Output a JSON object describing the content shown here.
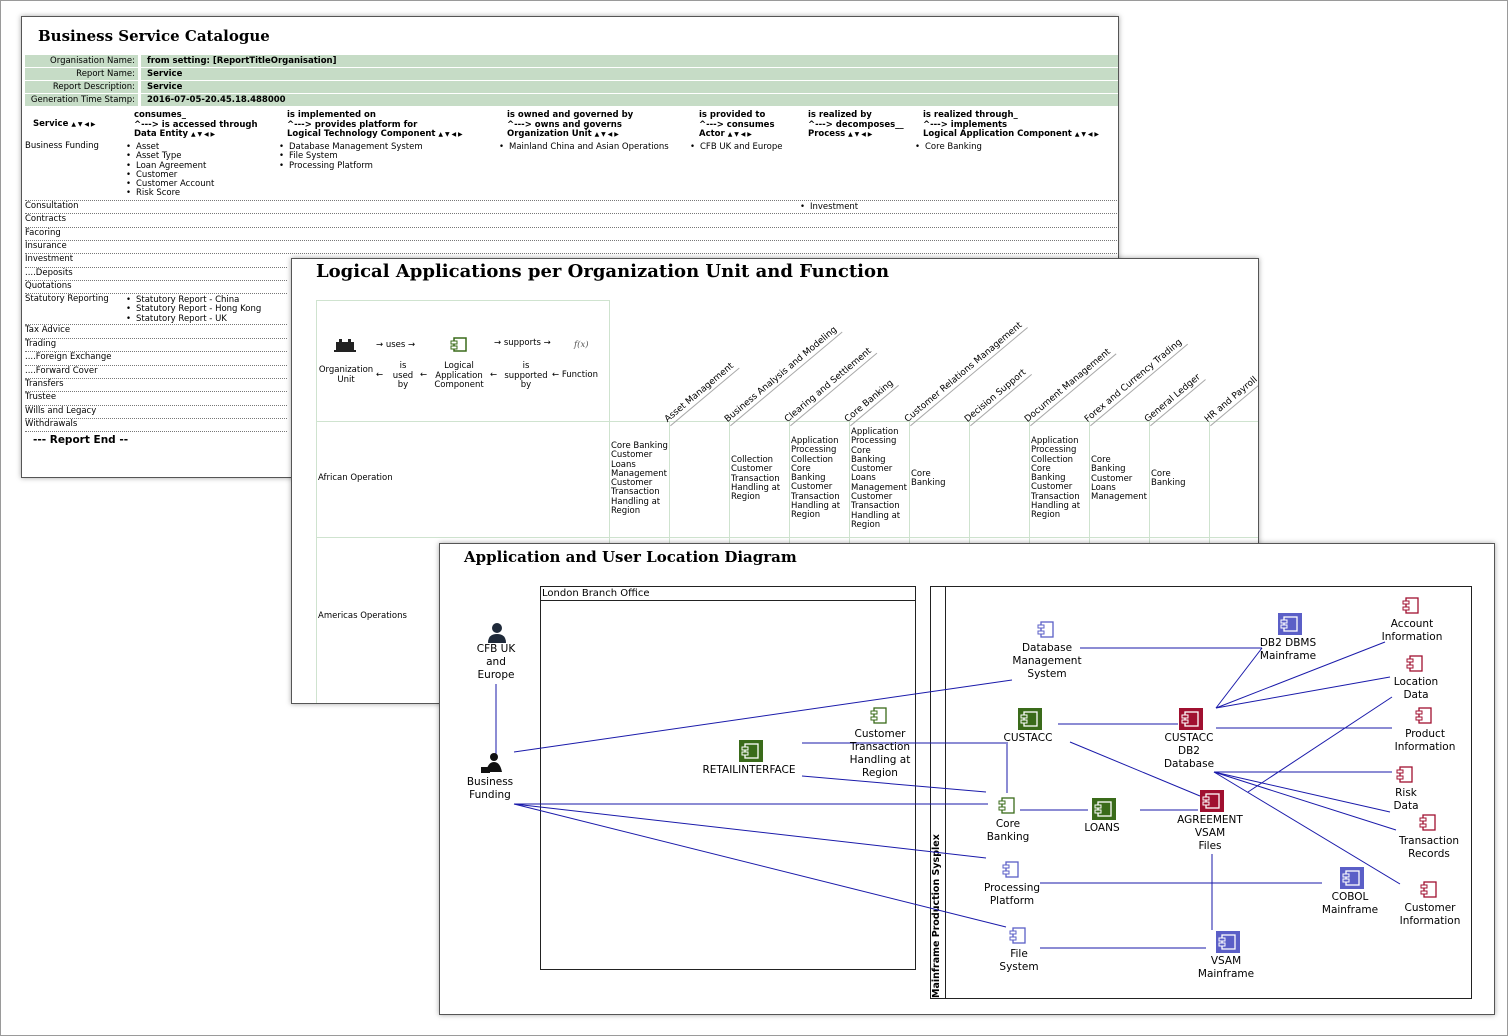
{
  "catalogue": {
    "title": "Business Service Catalogue",
    "info": [
      {
        "label": "Organisation Name:",
        "value": "from setting: [ReportTitleOrganisation]"
      },
      {
        "label": "Report Name:",
        "value": "Service"
      },
      {
        "label": "Report Description:",
        "value": "Service"
      },
      {
        "label": "Generation Time Stamp:",
        "value": "2016-07-05-20.45.18.488000"
      }
    ],
    "headers": [
      {
        "l1": "",
        "l2": "Service",
        "l3": ""
      },
      {
        "l1": "consumes_",
        "l2": "^---> is accessed through",
        "l3": "Data Entity"
      },
      {
        "l1": "is implemented on",
        "l2": "^---> provides platform for",
        "l3": "Logical Technology Component"
      },
      {
        "l1": "is owned and governed by",
        "l2": "^---> owns and governs",
        "l3": "Organization Unit"
      },
      {
        "l1": "is provided to",
        "l2": "^---> consumes",
        "l3": "Actor"
      },
      {
        "l1": "is realized by",
        "l2": "^---> decomposes__",
        "l3": "Process"
      },
      {
        "l1": "is realized through_",
        "l2": "^---> implements",
        "l3": "Logical Application Component"
      }
    ],
    "sort_indicator": "▲ ▼ ◀ ▶",
    "business_funding": {
      "name": "Business Funding",
      "data_entities": [
        "Asset",
        "Asset Type",
        "Loan Agreement",
        "Customer",
        "Customer Account",
        "Risk Score"
      ],
      "tech_components": [
        "Database Management System",
        "File System",
        "Processing Platform"
      ],
      "org_units": [
        "Mainland China and Asian Operations"
      ],
      "actors": [
        "CFB UK and Europe"
      ],
      "app_components": [
        "Core Banking"
      ]
    },
    "consultation": {
      "name": "Consultation",
      "processes": [
        "Investment"
      ]
    },
    "rows_upper": [
      "Contracts",
      "Facoring",
      "Insurance",
      "Investment",
      "....Deposits",
      "Quotations"
    ],
    "statutory": {
      "name": "Statutory Reporting",
      "data_entities": [
        "Statutory Report - China",
        "Statutory Report - Hong Kong",
        "Statutory Report - UK"
      ]
    },
    "rows_lower": [
      "Tax Advice",
      "Trading",
      "....Foreign Exchange",
      "....Forward Cover",
      "Transfers",
      "Trustee",
      "Wills and Legacy",
      "Withdrawals"
    ],
    "report_end": "--- Report End --"
  },
  "matrix": {
    "title": "Logical Applications per Organization Unit and Function",
    "legend": {
      "org_unit": "Organization Unit",
      "uses": "uses",
      "is_used_by": "is used by",
      "logical_app": "Logical Application Component",
      "supports": "supports",
      "is_supported_by": "is supported by",
      "function": "Function",
      "function_symbol": "f(x)"
    },
    "columns": [
      "Asset Management",
      "Business Analysis and Modeling",
      "Clearing and Settlement",
      "Core Banking",
      "Customer Relations Management",
      "Decision Support",
      "Document Management",
      "Forex and Currency Trading",
      "General Ledger",
      "HR and Payroll"
    ],
    "rows": [
      {
        "name": "African Operation",
        "cells": [
          [
            "Core Banking",
            "Customer",
            "Loans",
            "Management",
            "Customer",
            "Transaction",
            "Handling at",
            "Region"
          ],
          [],
          [
            "Collection",
            "Customer",
            "Transaction",
            "Handling at",
            "Region"
          ],
          [
            "Application",
            "Processing",
            "Collection",
            "Core",
            "Banking",
            "Customer",
            "Transaction",
            "Handling at",
            "Region"
          ],
          [
            "Application",
            "Processing",
            "Core",
            "Banking",
            "Customer",
            "Loans",
            "Management",
            "Customer",
            "Transaction",
            "Handling at",
            "Region"
          ],
          [
            "Core",
            "Banking"
          ],
          [],
          [
            "Application",
            "Processing",
            "Collection",
            "Core",
            "Banking",
            "Customer",
            "Transaction",
            "Handling at",
            "Region"
          ],
          [
            "Core",
            "Banking",
            "Customer",
            "Loans",
            "Management"
          ],
          [
            "Core",
            "Banking"
          ]
        ]
      },
      {
        "name": "Americas Operations",
        "cells": []
      }
    ]
  },
  "location_diagram": {
    "title": "Application and User Location Diagram",
    "london_box": "London Branch Office",
    "sysplex_box": "Mainframe Production Sysplex",
    "nodes": {
      "cfb": "CFB UK\nand\nEurope",
      "business_funding": "Business\nFunding",
      "retail": "RETAILINTERFACE",
      "cthr": "Customer\nTransaction\nHandling at\nRegion",
      "dbms": "Database\nManagement\nSystem",
      "custacc": "CUSTACC",
      "core_banking": "Core\nBanking",
      "processing": "Processing\nPlatform",
      "file_system": "File\nSystem",
      "loans": "LOANS",
      "db2dbms": "DB2 DBMS\nMainframe",
      "custacc_db2": "CUSTACC\nDB2\nDatabase",
      "agreement": "AGREEMENT\nVSAM\nFiles",
      "cobol": "COBOL\nMainframe",
      "vsam": "VSAM\nMainframe",
      "account_info": "Account\nInformation",
      "location_data": "Location\nData",
      "product_info": "Product\nInformation",
      "risk_data": "Risk\nData",
      "transaction_records": "Transaction\nRecords",
      "customer_info": "Customer\nInformation"
    }
  },
  "colors": {
    "header_band": "#c6dcc6",
    "app_green": "#3a6b1a",
    "data_red": "#a01030",
    "mainframe_blue": "#5b5fc7",
    "connector_blue": "#1a1aaa"
  }
}
